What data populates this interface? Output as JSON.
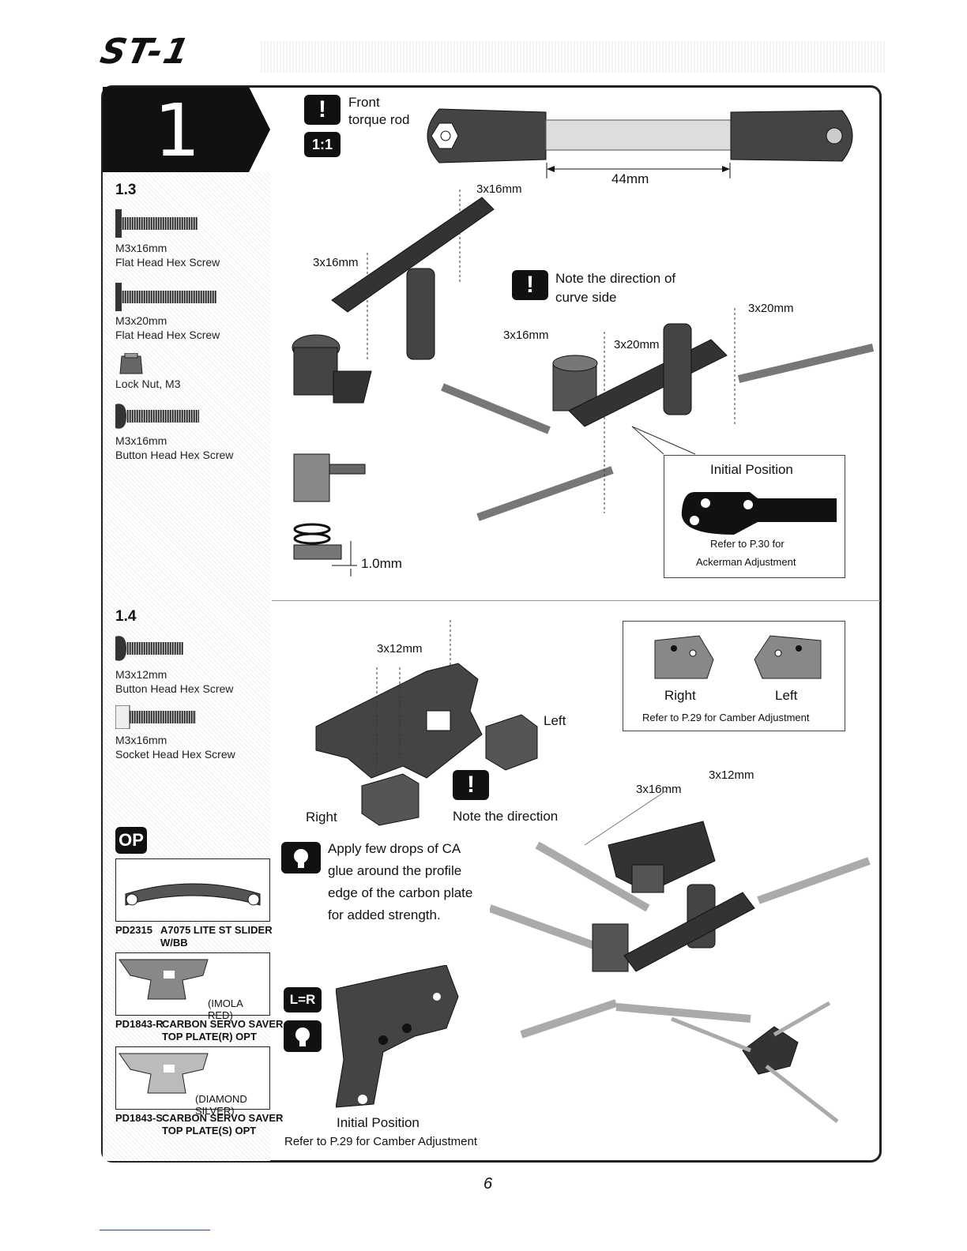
{
  "header": {
    "logo": "ST-1"
  },
  "step": {
    "number": "1"
  },
  "sec13": {
    "title": "1.3",
    "parts": [
      {
        "size": "M3x16mm",
        "name": "Flat Head Hex Screw"
      },
      {
        "size": "M3x20mm",
        "name": "Flat Head Hex Screw"
      },
      {
        "size": "",
        "name": "Lock Nut, M3"
      },
      {
        "size": "M3x16mm",
        "name": "Button Head Hex Screw"
      }
    ]
  },
  "sec14": {
    "title": "1.4",
    "parts": [
      {
        "size": "M3x12mm",
        "name": "Button Head Hex Screw"
      },
      {
        "size": "M3x16mm",
        "name": "Socket Head Hex Screw"
      }
    ]
  },
  "opt": {
    "badge": "OP",
    "items": [
      {
        "code": "PD2315",
        "name": "A7075 LITE ST SLIDER",
        "name2": "W/BB",
        "variant": ""
      },
      {
        "code": "PD1843-R",
        "name": "CARBON SERVO SAVER",
        "name2": "TOP PLATE(R) OPT",
        "variant": "(IMOLA RED)"
      },
      {
        "code": "PD1843-S",
        "name": "CARBON SERVO SAVER",
        "name2": "TOP PLATE(S) OPT",
        "variant": "(DIAMOND SILVER)"
      }
    ]
  },
  "upper": {
    "icon_warning": "!",
    "scale_badge": "1:1",
    "rod_label1": "Front",
    "rod_label2": "torque rod",
    "rod_length": "44mm",
    "screw_a": "3x16mm",
    "screw_b": "3x16mm",
    "screw_c": "3x16mm",
    "screw_d": "3x20mm",
    "screw_e": "3x20mm",
    "note1": "Note the direction of",
    "note2": "curve side",
    "gap": "1.0mm",
    "callout_title": "Initial Position",
    "callout_ref1": "Refer to P.30 for",
    "callout_ref2": "Ackerman Adjustment"
  },
  "lower": {
    "screw_a": "3x12mm",
    "screw_b": "3x12mm",
    "screw_c": "3x16mm",
    "left_label": "Left",
    "right_label": "Right",
    "note": "Note the direction",
    "tip1": "Apply few drops of CA",
    "tip2": "glue around the profile",
    "tip3": "edge of the carbon plate",
    "tip4": "for added strength.",
    "callout_right": "Right",
    "callout_left": "Left",
    "callout_ref": "Refer to P.29 for Camber Adjustment",
    "lr_badge": "L=R",
    "init_title": "Initial Position",
    "init_ref": "Refer to P.29 for Camber Adjustment"
  },
  "footer": {
    "page": "6"
  }
}
